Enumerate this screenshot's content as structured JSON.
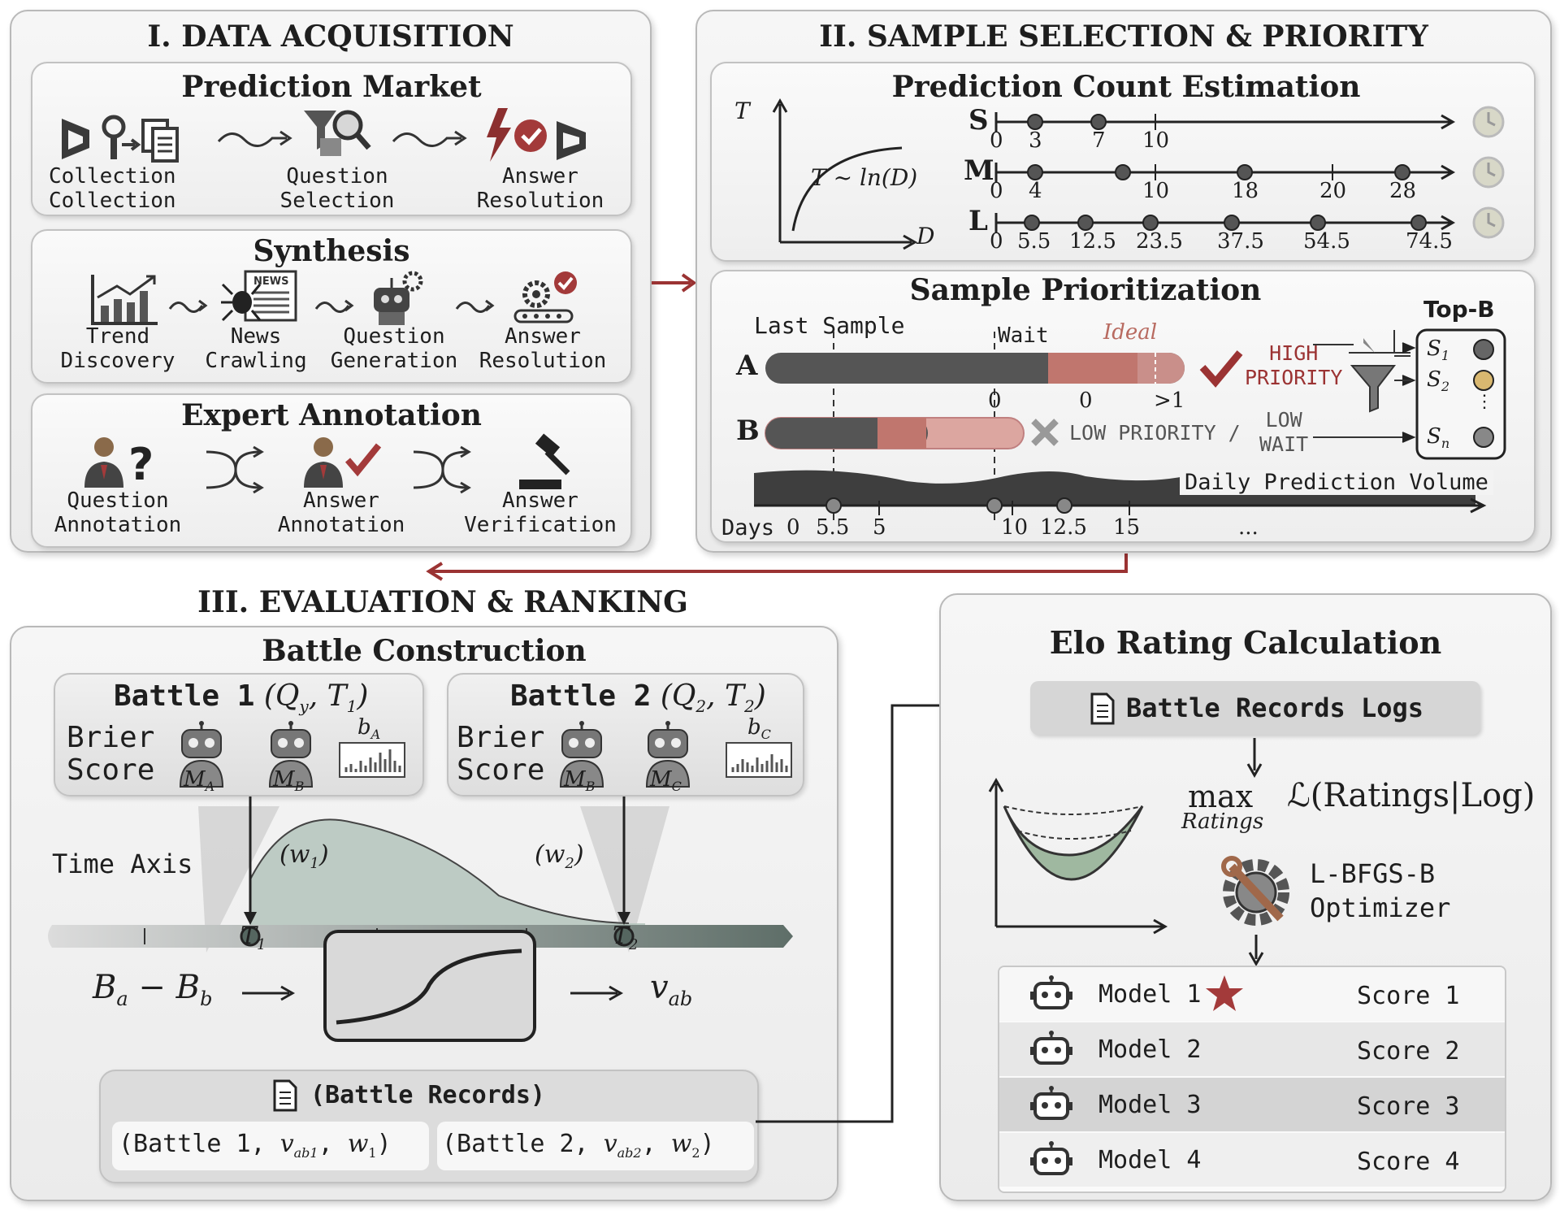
{
  "colors": {
    "accent_red": "#9b3333",
    "grey_dark": "#555555",
    "ideal_red": "#c98f8a",
    "green_fill": "#9fb8a0"
  },
  "panel1": {
    "title": "I. DATA ACQUISITION",
    "prediction_market": {
      "title": "Prediction Market",
      "steps": [
        {
          "line1": "Collection",
          "line2": "Collection",
          "icon": "collection-icon"
        },
        {
          "line1": "Question",
          "line2": "Selection",
          "icon": "filter-magnifier-icon"
        },
        {
          "line1": "Answer",
          "line2": "Resolution",
          "icon": "lightning-check-icon"
        }
      ]
    },
    "synthesis": {
      "title": "Synthesis",
      "steps": [
        {
          "line1": "Trend",
          "line2": "Discovery",
          "icon": "trend-chart-icon"
        },
        {
          "line1": "News",
          "line2": "Crawling",
          "icon": "spider-news-icon"
        },
        {
          "line1": "Question",
          "line2": "Generation",
          "icon": "robot-gear-icon"
        },
        {
          "line1": "Answer",
          "line2": "Resolution",
          "icon": "gear-check-icon"
        }
      ],
      "news_badge": "NEWS"
    },
    "expert": {
      "title": "Expert Annotation",
      "steps": [
        {
          "line1": "Question",
          "line2": "Annotation",
          "icon": "person-question-icon"
        },
        {
          "line1": "Answer",
          "line2": "Annotation",
          "icon": "person-check-icon"
        },
        {
          "line1": "Answer",
          "line2": "Verification",
          "icon": "gavel-icon"
        }
      ]
    }
  },
  "panel2": {
    "title": "II. SAMPLE SELECTION & PRIORITY",
    "count_estimation": {
      "title": "Prediction Count Estimation",
      "y_label": "T",
      "x_label": "D",
      "formula": "T ~ ln(D)",
      "rows": [
        {
          "label": "S",
          "ticks": [
            "0",
            "3",
            "7",
            "10"
          ]
        },
        {
          "label": "M",
          "ticks": [
            "0",
            "4",
            "10",
            "18",
            "20",
            "28"
          ]
        },
        {
          "label": "L",
          "ticks": [
            "0",
            "5.5",
            "12.5",
            "23.5",
            "37.5",
            "54.5",
            "74.5"
          ]
        }
      ]
    },
    "prioritization": {
      "title": "Sample Prioritization",
      "last_sample": "Last Sample",
      "wait": "Wait",
      "ideal": "Ideal",
      "row_a": "A",
      "row_b": "B",
      "zero1": "0",
      "zero2": "0",
      "gt1": ">1",
      "high_priority": [
        "HIGH",
        "PRIORITY"
      ],
      "low_priority": "LOW PRIORITY /",
      "low_wait": [
        "LOW",
        "WAIT"
      ],
      "top_b": "Top-B",
      "s1": "S",
      "s1_sub": "1",
      "s2": "S",
      "s2_sub": "2",
      "sn": "S",
      "sn_sub": "n",
      "vdots": "⋮",
      "volume_label": "Daily Prediction Volume",
      "days_label": "Days",
      "days": [
        "0",
        "5.5",
        "5",
        "10",
        "12.5",
        "15",
        "..."
      ]
    }
  },
  "panel3": {
    "title": "III. EVALUATION & RANKING",
    "battle_construction": {
      "title": "Battle Construction",
      "battle1": {
        "label": "Battle 1",
        "args": "(Q",
        "args_sub": "y",
        "args_mid": ", T",
        "args_sub2": "1",
        "args_end": ")",
        "brier": [
          "Brier",
          "Score"
        ],
        "m1": "M",
        "m1_sub": "A",
        "m2": "M",
        "m2_sub": "B",
        "b": "b",
        "b_sub": "A"
      },
      "battle2": {
        "label": "Battle 2",
        "args": "(Q",
        "args_sub": "2",
        "args_mid": ", T",
        "args_sub2": "2",
        "args_end": ")",
        "brier": [
          "Brier",
          "Score"
        ],
        "m1": "M",
        "m1_sub": "B",
        "m2": "M",
        "m2_sub": "C",
        "b": "b",
        "b_sub": "C"
      },
      "time_axis": "Time Axis",
      "w1": "(w",
      "w1_sub": "1",
      "w2": "(w",
      "w2_sub": "2",
      "t1": "T",
      "t1_sub": "1",
      "t2": "T",
      "t2_sub": "2",
      "ba_bb": "B",
      "ba_sub": "a",
      "minus": " − B",
      "bb_sub": "b",
      "vab": "v",
      "vab_sub": "ab",
      "records_title": "(Battle Records)",
      "record1": {
        "a": "(Battle 1, ",
        "v": "v",
        "vsub": "ab1",
        "b": ", ",
        "w": "w",
        "wsub": "1",
        "c": ")"
      },
      "record2": {
        "a": "(Battle 2, ",
        "v": "v",
        "vsub": "ab2",
        "b": ", ",
        "w": "w",
        "wsub": "2",
        "c": ")"
      }
    },
    "elo": {
      "title": "Elo Rating Calculation",
      "logs": "Battle Records Logs",
      "max": "max",
      "ratings": "Ratings",
      "likelihood": "ℒ(Ratings|Log)",
      "optimizer": [
        "L-BFGS-B",
        "Optimizer"
      ],
      "models": [
        {
          "name": "Model 1",
          "score": "Score 1",
          "star": true
        },
        {
          "name": "Model 2",
          "score": "Score 2",
          "star": false
        },
        {
          "name": "Model 3",
          "score": "Score 3",
          "star": false
        },
        {
          "name": "Model 4",
          "score": "Score 4",
          "star": false
        }
      ]
    }
  }
}
